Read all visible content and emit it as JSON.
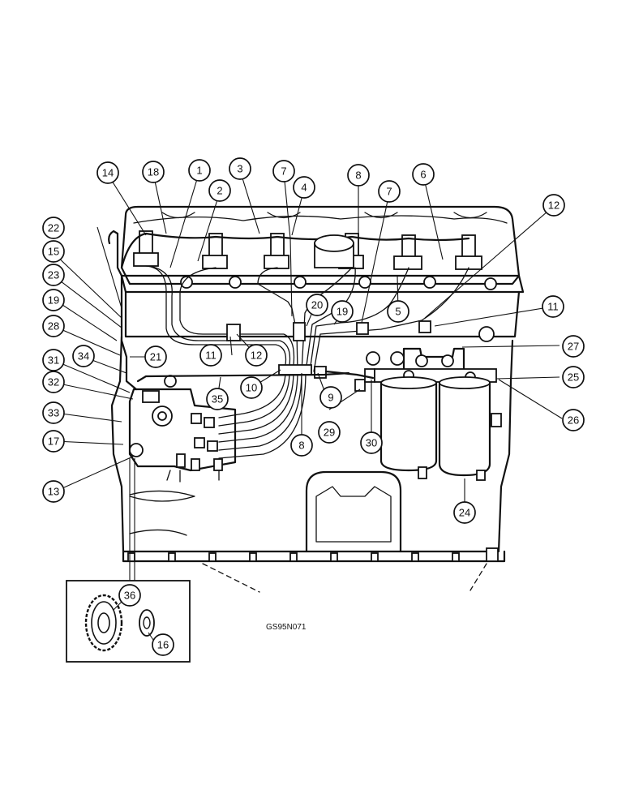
{
  "figure_id": "GS95N071",
  "callouts": [
    {
      "label": "1"
    },
    {
      "label": "2"
    },
    {
      "label": "3"
    },
    {
      "label": "4"
    },
    {
      "label": "5"
    },
    {
      "label": "6"
    },
    {
      "label": "7"
    },
    {
      "label": "7"
    },
    {
      "label": "8"
    },
    {
      "label": "8"
    },
    {
      "label": "9"
    },
    {
      "label": "10"
    },
    {
      "label": "11"
    },
    {
      "label": "11"
    },
    {
      "label": "12"
    },
    {
      "label": "12"
    },
    {
      "label": "13"
    },
    {
      "label": "14"
    },
    {
      "label": "15"
    },
    {
      "label": "16"
    },
    {
      "label": "17"
    },
    {
      "label": "18"
    },
    {
      "label": "19"
    },
    {
      "label": "19"
    },
    {
      "label": "20"
    },
    {
      "label": "21"
    },
    {
      "label": "22"
    },
    {
      "label": "23"
    },
    {
      "label": "24"
    },
    {
      "label": "25"
    },
    {
      "label": "26"
    },
    {
      "label": "27"
    },
    {
      "label": "28"
    },
    {
      "label": "29"
    },
    {
      "label": "30"
    },
    {
      "label": "31"
    },
    {
      "label": "32"
    },
    {
      "label": "33"
    },
    {
      "label": "34"
    },
    {
      "label": "35"
    },
    {
      "label": "36"
    }
  ]
}
